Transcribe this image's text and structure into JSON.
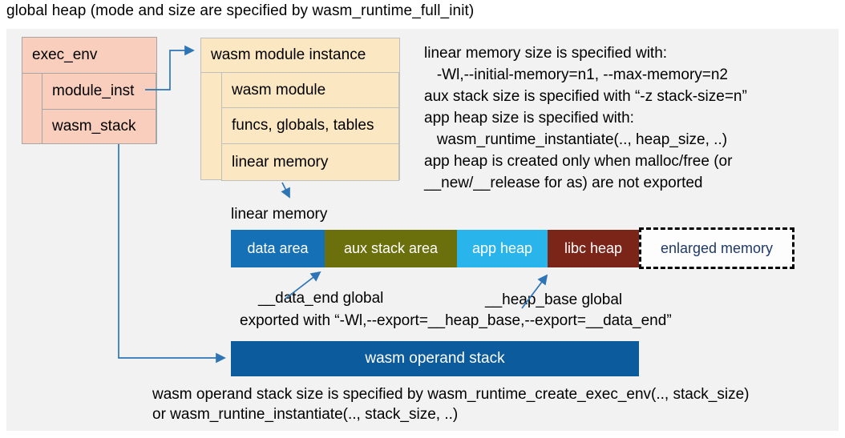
{
  "title": "global heap (mode and size are specified by wasm_runtime_full_init)",
  "exec_env": {
    "header": "exec_env",
    "rows": [
      "module_inst",
      "wasm_stack"
    ]
  },
  "module_instance": {
    "header": "wasm module instance",
    "rows": [
      "wasm module",
      "funcs, globals, tables",
      "linear memory"
    ]
  },
  "notes_right": {
    "lines": [
      "linear memory size is specified with:",
      "   -Wl,--initial-memory=n1, --max-memory=n2",
      "aux stack size is specified with “-z stack-size=n”",
      "app heap size is specified with:",
      "   wasm_runtime_instantiate(.., heap_size, ..)",
      "app heap is created only when malloc/free (or",
      "__new/__release for as) are not exported"
    ]
  },
  "linear_memory_label": "linear memory",
  "memory_bar": {
    "segments": [
      {
        "label": "data area",
        "color": "#1570B6",
        "text_color": "#FFFFFF"
      },
      {
        "label": "aux stack area",
        "color": "#6B6F0C",
        "text_color": "#FFFFFF"
      },
      {
        "label": "app heap",
        "color": "#29B4EB",
        "text_color": "#FFFFFF"
      },
      {
        "label": "libc heap",
        "color": "#7B2518",
        "text_color": "#FFFFFF"
      },
      {
        "label": "enlarged memory",
        "color": "#FDFDFD",
        "text_color": "#1F3969"
      }
    ]
  },
  "annotations": {
    "data_end": "__data_end global",
    "heap_base": "__heap_base global",
    "exported": "exported with “-Wl,--export=__heap_base,--export=__data_end”"
  },
  "operand_stack": {
    "label": "wasm operand stack",
    "color": "#0C5B9C"
  },
  "bottom_note": {
    "lines": [
      "wasm operand stack size is specified by wasm_runtime_create_exec_env(.., stack_size)",
      "or wasm_runtine_instantiate(.., stack_size, ..)"
    ]
  },
  "colors": {
    "panel": "#F2F2F2",
    "exec_env_fill": "#F9CEBC",
    "module_instance_fill": "#FBE7C1",
    "arrow": "#2E75B6"
  }
}
